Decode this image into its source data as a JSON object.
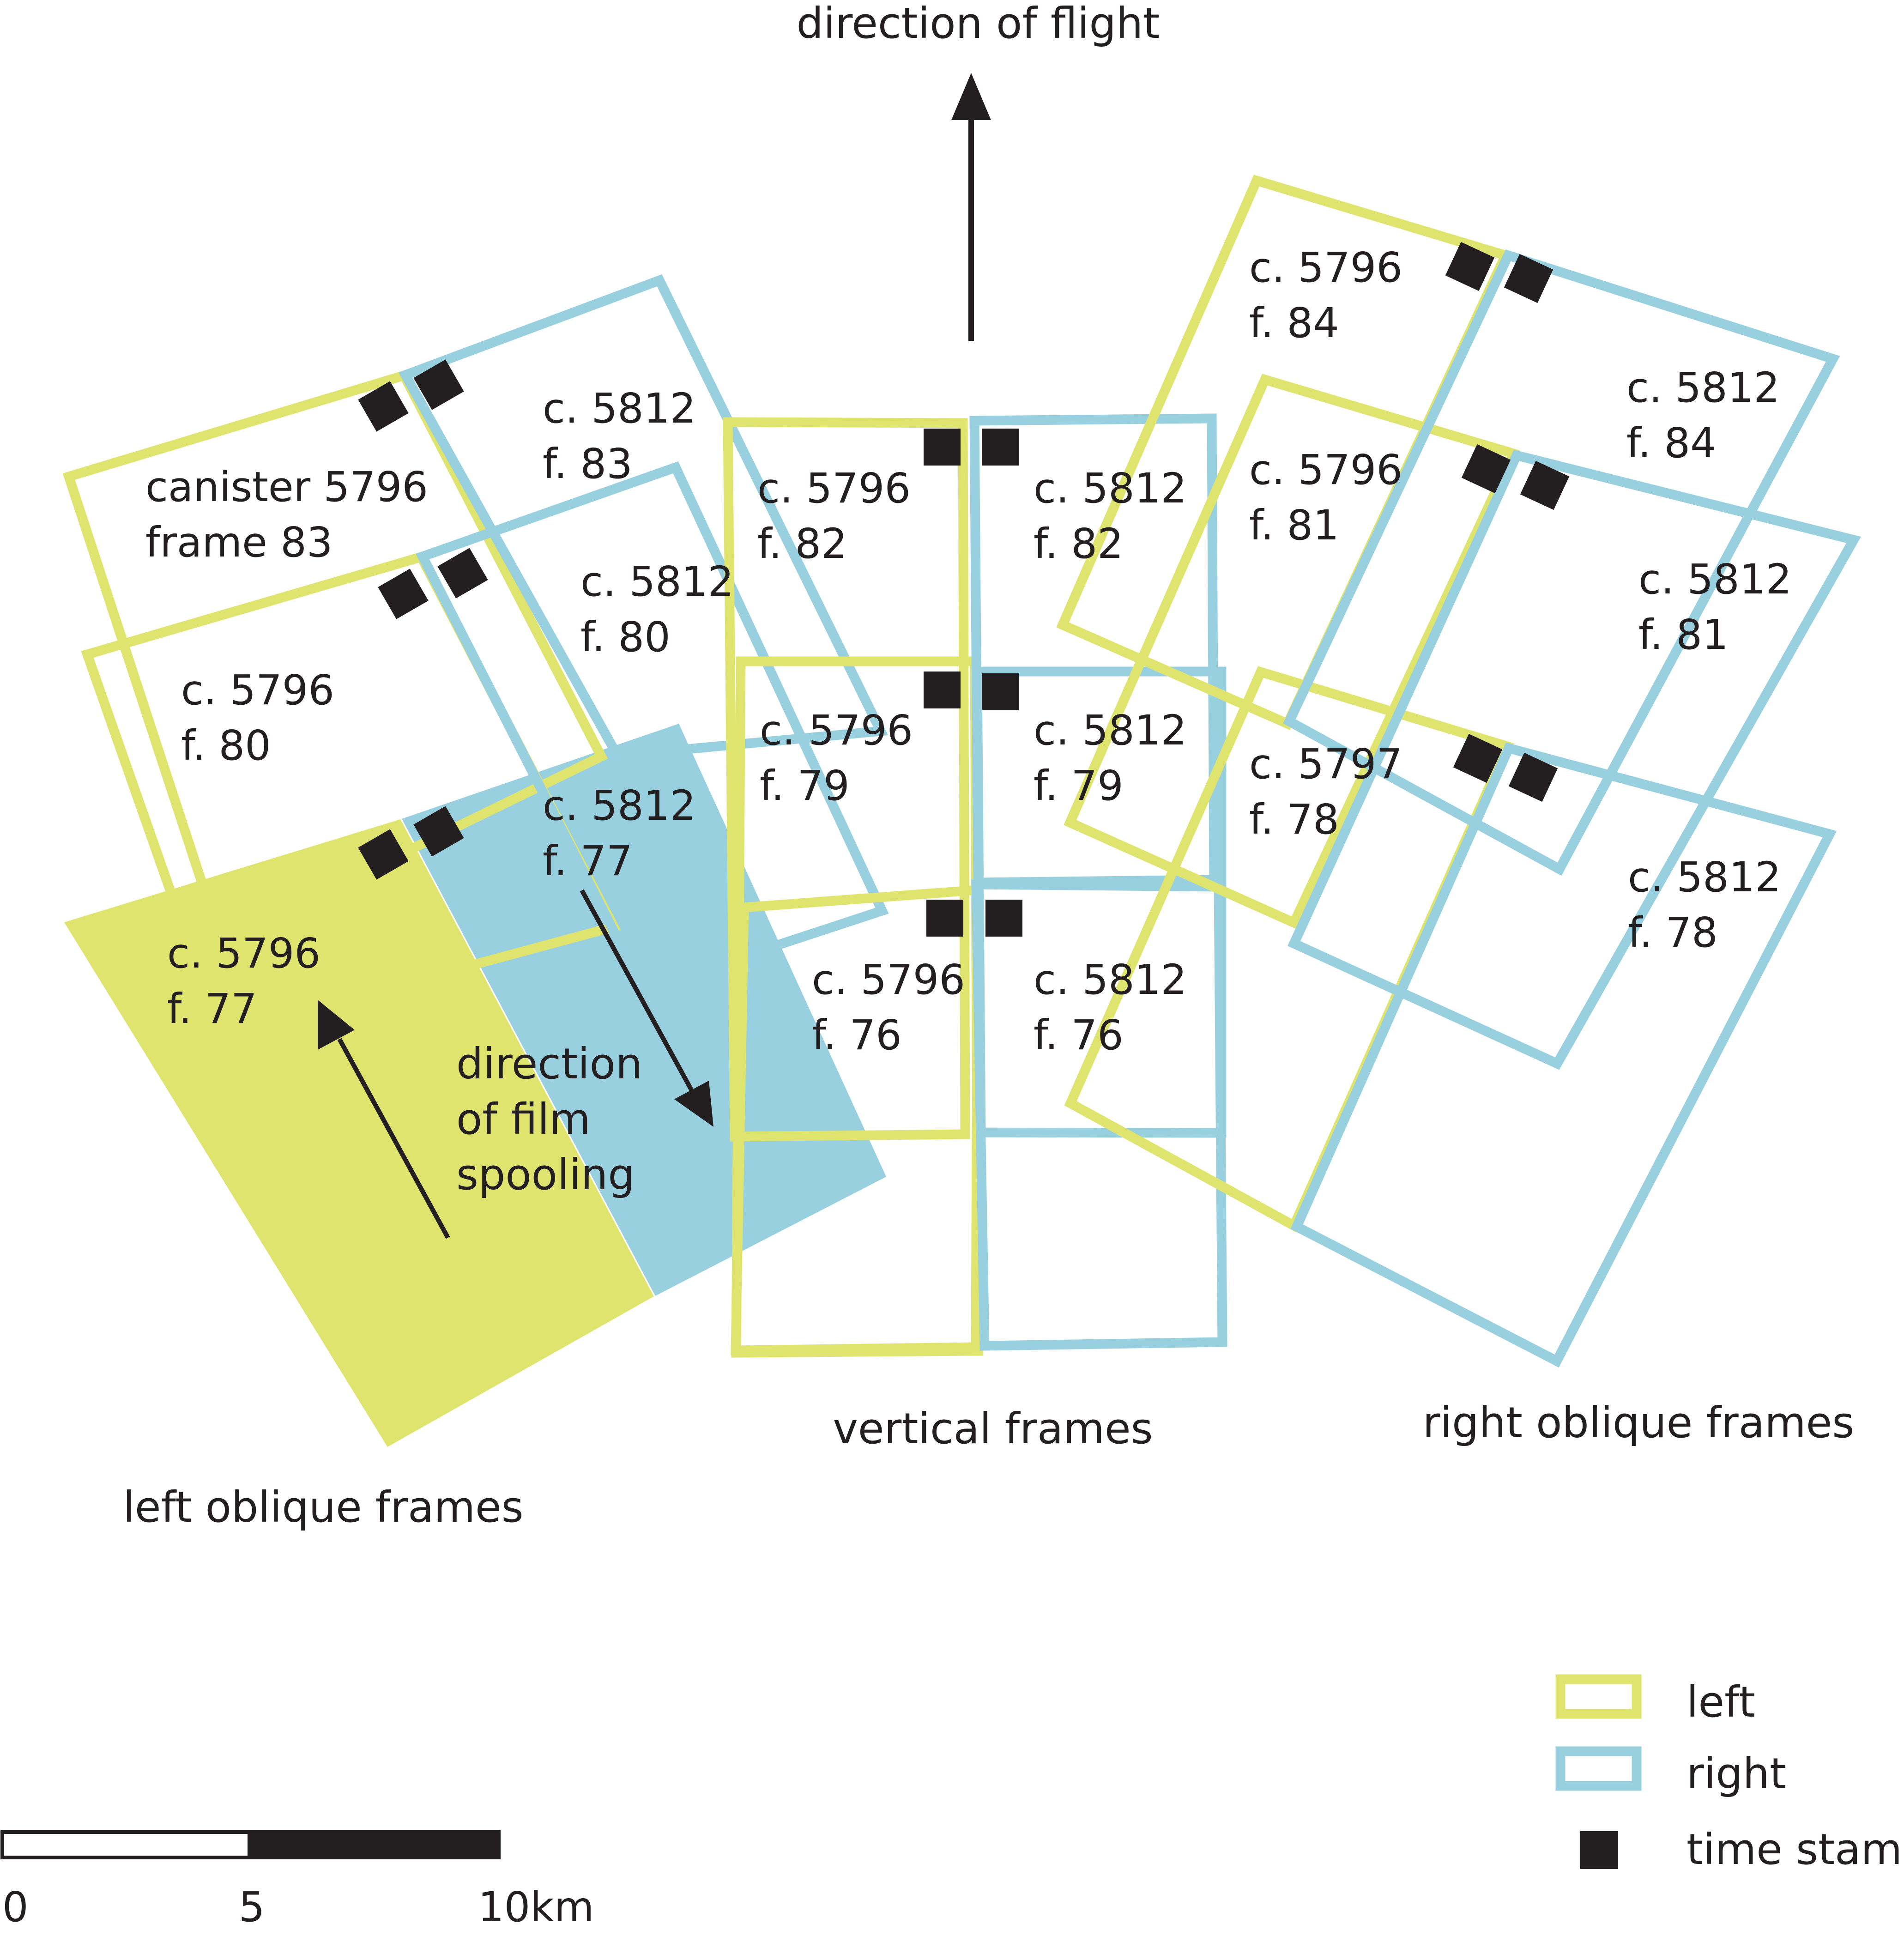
{
  "colors": {
    "left": "#dfe46e",
    "right": "#98d0e0",
    "ink": "#231f20",
    "background": "#ffffff"
  },
  "headings": {
    "flight": "direction of flight",
    "spooling": [
      "direction",
      "of film",
      "spooling"
    ],
    "left_group": "left oblique frames",
    "vertical_group": "vertical frames",
    "right_group": "right oblique frames"
  },
  "frames": [
    {
      "id": "l83",
      "camera": "left",
      "group": "left-oblique",
      "lines": [
        "canister 5796",
        "frame 83"
      ]
    },
    {
      "id": "r83",
      "camera": "right",
      "group": "left-oblique",
      "lines": [
        "c. 5812",
        "f. 83"
      ]
    },
    {
      "id": "l80",
      "camera": "left",
      "group": "left-oblique",
      "lines": [
        "c. 5796",
        "f. 80"
      ]
    },
    {
      "id": "r80",
      "camera": "right",
      "group": "left-oblique",
      "lines": [
        "c. 5812",
        "f. 80"
      ]
    },
    {
      "id": "l77",
      "camera": "left",
      "group": "left-oblique",
      "filled": true,
      "lines": [
        "c. 5796",
        "f. 77"
      ]
    },
    {
      "id": "r77",
      "camera": "right",
      "group": "left-oblique",
      "filled": true,
      "lines": [
        "c. 5812",
        "f. 77"
      ]
    },
    {
      "id": "vl82",
      "camera": "left",
      "group": "vertical",
      "lines": [
        "c. 5796",
        "f. 82"
      ]
    },
    {
      "id": "vr82",
      "camera": "right",
      "group": "vertical",
      "lines": [
        "c. 5812",
        "f. 82"
      ]
    },
    {
      "id": "vl79",
      "camera": "left",
      "group": "vertical",
      "lines": [
        "c. 5796",
        "f. 79"
      ]
    },
    {
      "id": "vr79",
      "camera": "right",
      "group": "vertical",
      "lines": [
        "c. 5812",
        "f. 79"
      ]
    },
    {
      "id": "vl76",
      "camera": "left",
      "group": "vertical",
      "lines": [
        "c. 5796",
        "f. 76"
      ]
    },
    {
      "id": "vr76",
      "camera": "right",
      "group": "vertical",
      "lines": [
        "c. 5812",
        "f. 76"
      ]
    },
    {
      "id": "rl84",
      "camera": "left",
      "group": "right-oblique",
      "lines": [
        "c. 5796",
        "f. 84"
      ]
    },
    {
      "id": "rr84",
      "camera": "right",
      "group": "right-oblique",
      "lines": [
        "c. 5812",
        "f. 84"
      ]
    },
    {
      "id": "rl81",
      "camera": "left",
      "group": "right-oblique",
      "lines": [
        "c. 5796",
        "f. 81"
      ]
    },
    {
      "id": "rr81",
      "camera": "right",
      "group": "right-oblique",
      "lines": [
        "c. 5812",
        "f. 81"
      ]
    },
    {
      "id": "rl78",
      "camera": "left",
      "group": "right-oblique",
      "lines": [
        "c. 5797",
        "f. 78"
      ]
    },
    {
      "id": "rr78",
      "camera": "right",
      "group": "right-oblique",
      "lines": [
        "c. 5812",
        "f. 78"
      ]
    }
  ],
  "legend": {
    "left": "left",
    "right": "right",
    "timestamp": "time stamp"
  },
  "scale_bar": {
    "ticks": [
      "0",
      "5",
      "10km"
    ]
  }
}
